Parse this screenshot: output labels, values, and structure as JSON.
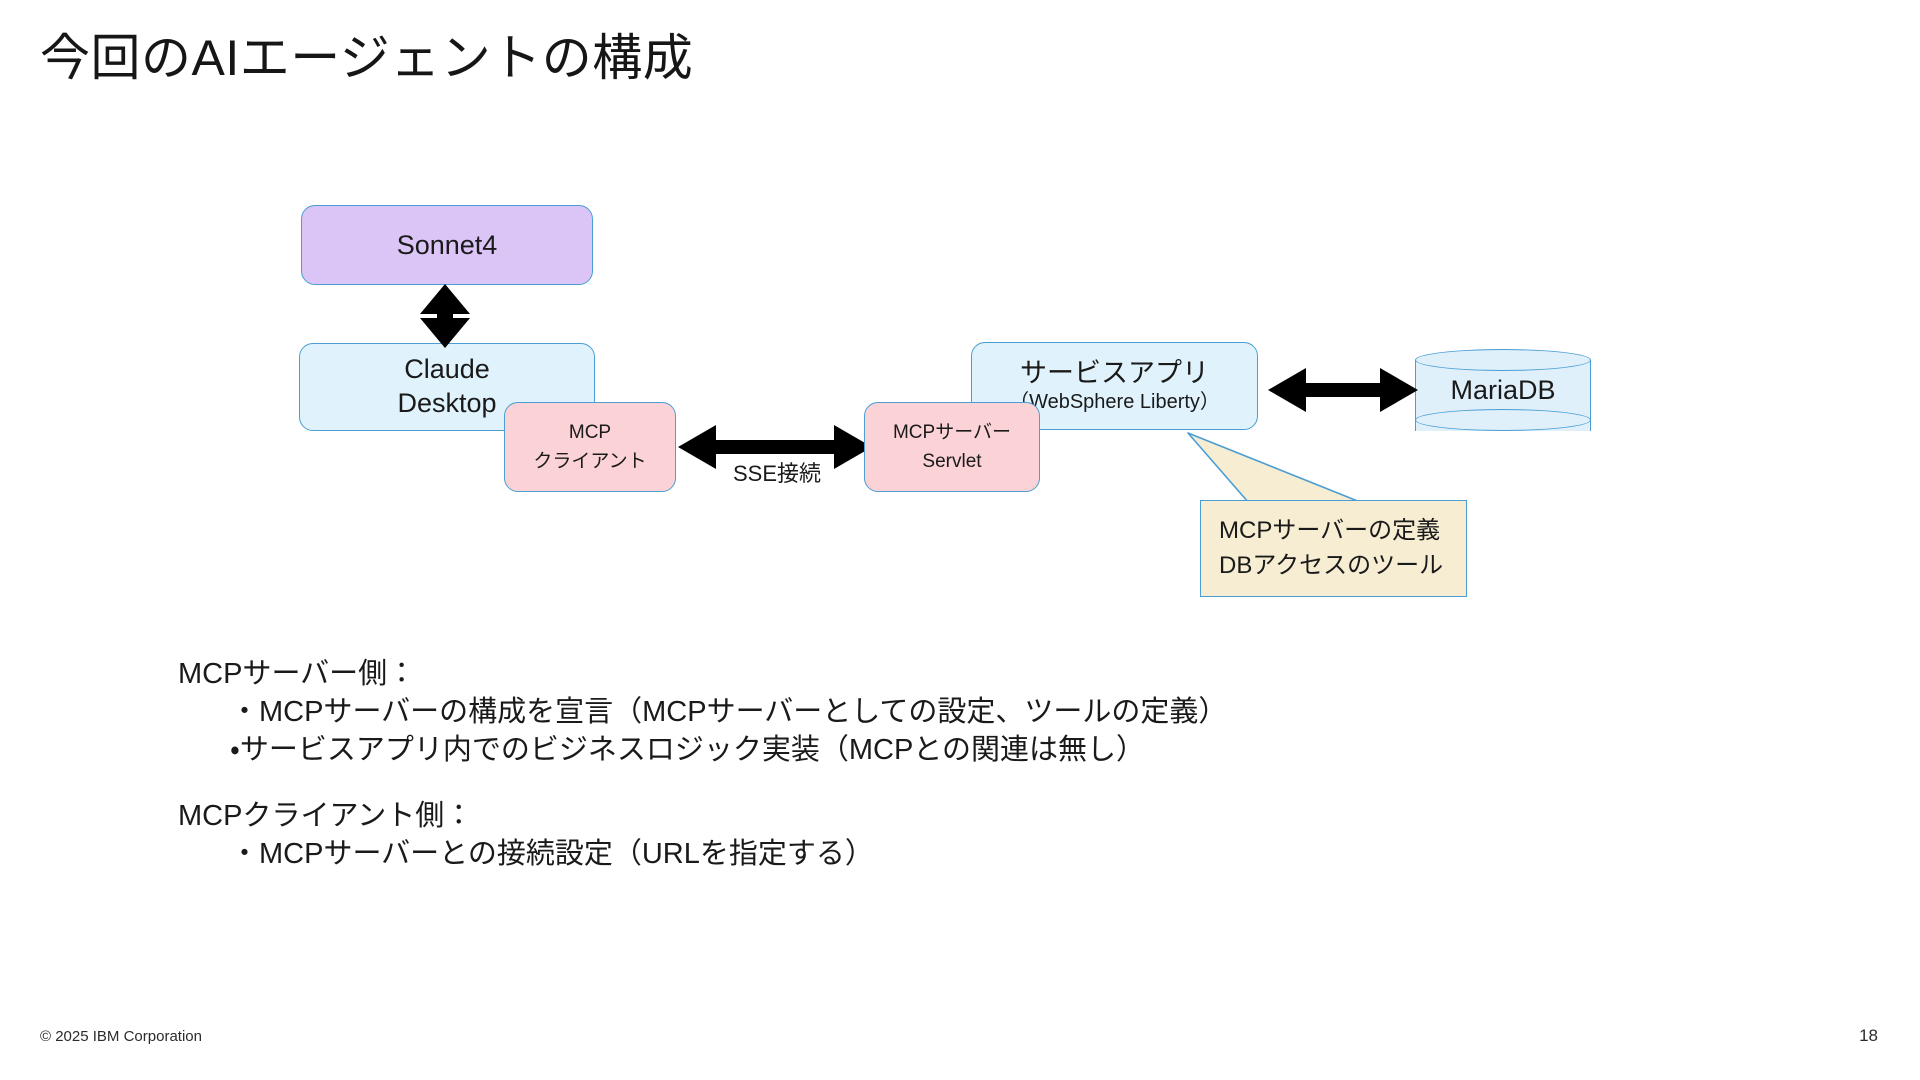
{
  "slide": {
    "title": "今回のAIエージェントの構成",
    "page_number": "18",
    "copyright": "© 2025 IBM Corporation"
  },
  "diagram": {
    "nodes": {
      "sonnet4": {
        "label": "Sonnet4",
        "fill": "#dbc5f7",
        "stroke": "#4a9ed4"
      },
      "claude_desktop": {
        "line1": "Claude",
        "line2": "Desktop",
        "fill": "#e0f2fb",
        "stroke": "#4a9ed4"
      },
      "mcp_client": {
        "line1": "MCP",
        "line2": "クライアント",
        "fill": "#fbd2d5",
        "stroke": "#4a9ed4"
      },
      "mcp_server": {
        "line1": "MCPサーバー",
        "line2": "Servlet",
        "fill": "#fbd2d5",
        "stroke": "#4a9ed4"
      },
      "service_app": {
        "line1": "サービスアプリ",
        "line2": "（WebSphere Liberty）",
        "fill": "#e0f2fb",
        "stroke": "#4a9ed4"
      },
      "mariadb": {
        "label": "MariaDB",
        "fill": "#dff0fa",
        "stroke": "#4a9ed4"
      }
    },
    "edges": {
      "sonnet_to_claude": {
        "label": ""
      },
      "client_to_server": {
        "label": "SSE接続"
      },
      "app_to_db": {
        "label": ""
      }
    },
    "callout": {
      "line1": "MCPサーバーの定義",
      "line2": "DBアクセスのツール",
      "fill": "#f6edd3",
      "stroke": "#4a9ed4"
    }
  },
  "body": {
    "lines": [
      {
        "kind": "head",
        "text": "MCPサーバー側："
      },
      {
        "kind": "bullet",
        "text": "・MCPサーバーの構成を宣言（MCPサーバーとしての設定、ツールの定義）"
      },
      {
        "kind": "bullet",
        "text": "・サービスアプリ内でのビジネスロジック実装（MCPとの関連は無し）"
      },
      {
        "kind": "spacer",
        "text": ""
      },
      {
        "kind": "head",
        "text": "MCPクライアント側："
      },
      {
        "kind": "bullet",
        "text": "・MCPサーバーとの接続設定（URLを指定する）"
      }
    ]
  }
}
